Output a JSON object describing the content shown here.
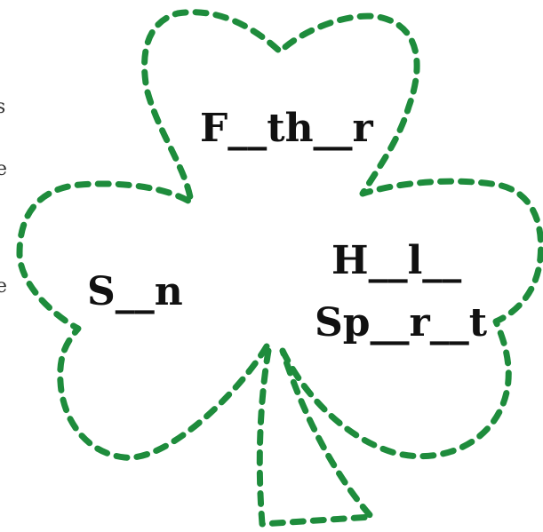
{
  "colors": {
    "outline": "#1e8c3c",
    "text": "#111111",
    "background": "#ffffff"
  },
  "shamrock": {
    "icon": "shamrock-outline",
    "leaves": {
      "top": "F__th__r",
      "left": "S__n",
      "right_line1": "H__l__",
      "right_line2": "Sp__r__t"
    }
  },
  "edge_text": [
    "s",
    "e",
    "e"
  ]
}
